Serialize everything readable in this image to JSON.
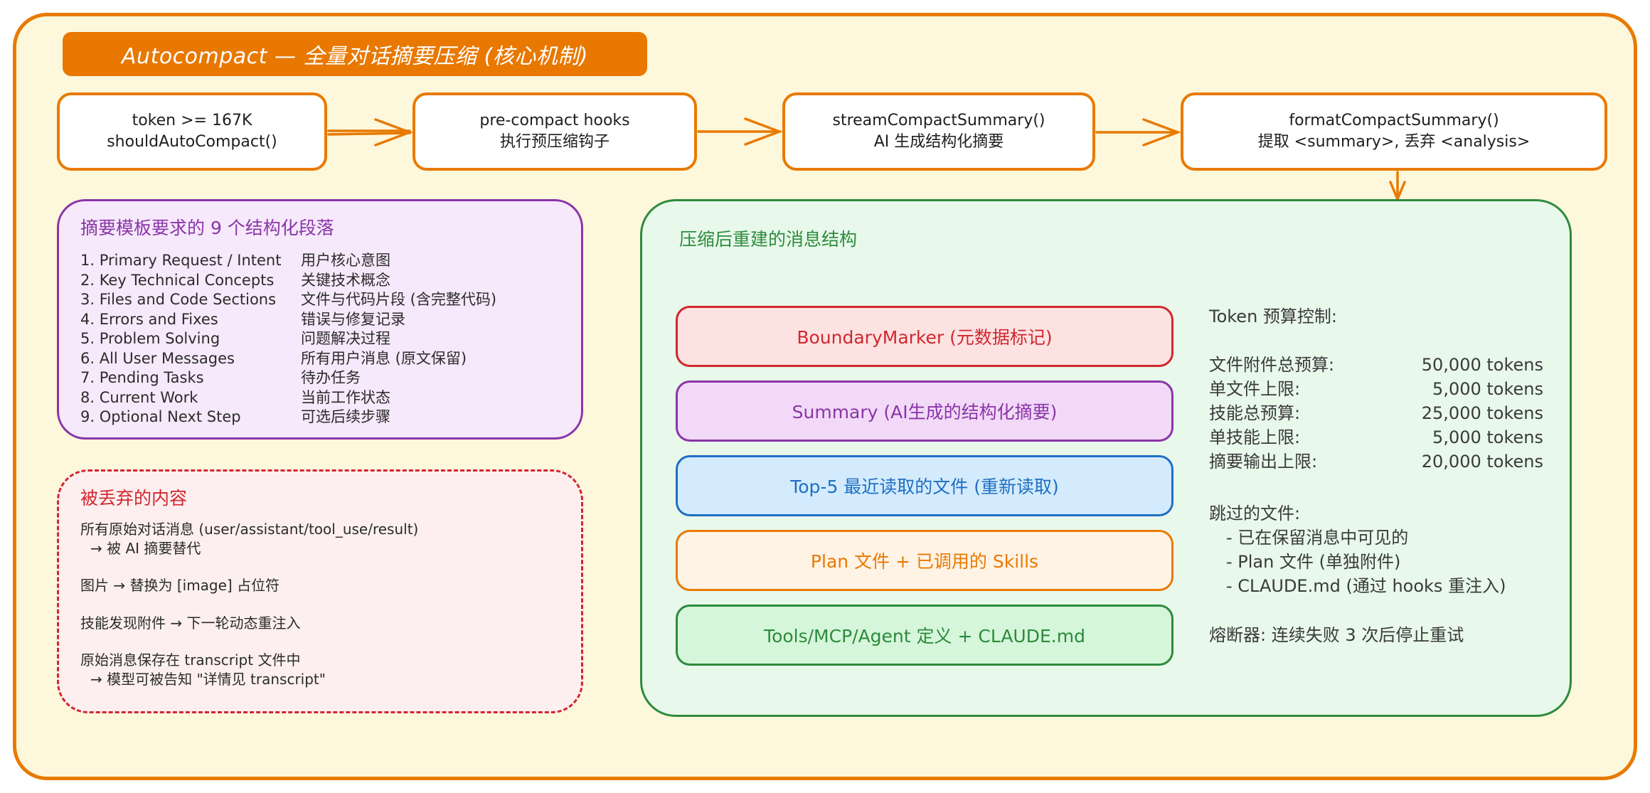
{
  "title": "Autocompact — 全量对话摘要压缩 (核心机制)",
  "colors": {
    "accent_orange": "#e87a00",
    "background": "#fdf7dc",
    "purple": "#8a35a8",
    "red": "#d0282e",
    "green": "#2d8b3c",
    "blue": "#1f6fc4"
  },
  "flow": [
    {
      "line1": "token >= 167K",
      "line2": "shouldAutoCompact()"
    },
    {
      "line1": "pre-compact hooks",
      "line2": "执行预压缩钩子"
    },
    {
      "line1": "streamCompactSummary()",
      "line2": "AI 生成结构化摘要"
    },
    {
      "line1": "formatCompactSummary()",
      "line2": "提取 <summary>, 丢弃 <analysis>"
    }
  ],
  "template_sections": {
    "heading": "摘要模板要求的 9 个结构化段落",
    "items": [
      {
        "en": "1. Primary Request / Intent",
        "zh": "用户核心意图"
      },
      {
        "en": "2. Key Technical Concepts",
        "zh": "关键技术概念"
      },
      {
        "en": "3. Files and Code Sections",
        "zh": "文件与代码片段 (含完整代码)"
      },
      {
        "en": "4. Errors and Fixes",
        "zh": "错误与修复记录"
      },
      {
        "en": "5. Problem Solving",
        "zh": "问题解决过程"
      },
      {
        "en": "6. All User Messages",
        "zh": "所有用户消息 (原文保留)"
      },
      {
        "en": "7. Pending Tasks",
        "zh": "待办任务"
      },
      {
        "en": "8. Current Work",
        "zh": "当前工作状态"
      },
      {
        "en": "9. Optional Next Step",
        "zh": "可选后续步骤"
      }
    ]
  },
  "discarded": {
    "heading": "被丢弃的内容",
    "items": [
      {
        "line1": "所有原始对话消息 (user/assistant/tool_use/result)",
        "line2": "→ 被 AI 摘要替代"
      },
      {
        "line1": "图片 → 替换为 [image] 占位符",
        "line2": ""
      },
      {
        "line1": "技能发现附件 → 下一轮动态重注入",
        "line2": ""
      },
      {
        "line1": "原始消息保存在 transcript 文件中",
        "line2": "→ 模型可被告知 \"详情见 transcript\""
      }
    ]
  },
  "rebuilt": {
    "heading": "压缩后重建的消息结构",
    "bars": [
      {
        "label": "BoundaryMarker (元数据标记)",
        "color": "#d0282e",
        "fill": "#fde2e2"
      },
      {
        "label": "Summary (AI生成的结构化摘要)",
        "color": "#8a35a8",
        "fill": "#f2d9f7"
      },
      {
        "label": "Top-5 最近读取的文件 (重新读取)",
        "color": "#1f6fc4",
        "fill": "#d3ebfc"
      },
      {
        "label": "Plan 文件 + 已调用的 Skills",
        "color": "#e87a00",
        "fill": "#fff3e6"
      },
      {
        "label": "Tools/MCP/Agent 定义 + CLAUDE.md",
        "color": "#2d8b3c",
        "fill": "#d5f6da"
      }
    ],
    "budget_heading": "Token 预算控制:",
    "budget": [
      {
        "label": "文件附件总预算:",
        "value": "50,000 tokens"
      },
      {
        "label": "单文件上限:",
        "value": "5,000 tokens"
      },
      {
        "label": "技能总预算:",
        "value": "25,000 tokens"
      },
      {
        "label": "单技能上限:",
        "value": "5,000 tokens"
      },
      {
        "label": "摘要输出上限:",
        "value": "20,000 tokens"
      }
    ],
    "skipped_heading": "跳过的文件:",
    "skipped": [
      "- 已在保留消息中可见的",
      "- Plan 文件 (单独附件)",
      "- CLAUDE.md (通过 hooks 重注入)"
    ],
    "fuse": "熔断器: 连续失败 3 次后停止重试"
  }
}
